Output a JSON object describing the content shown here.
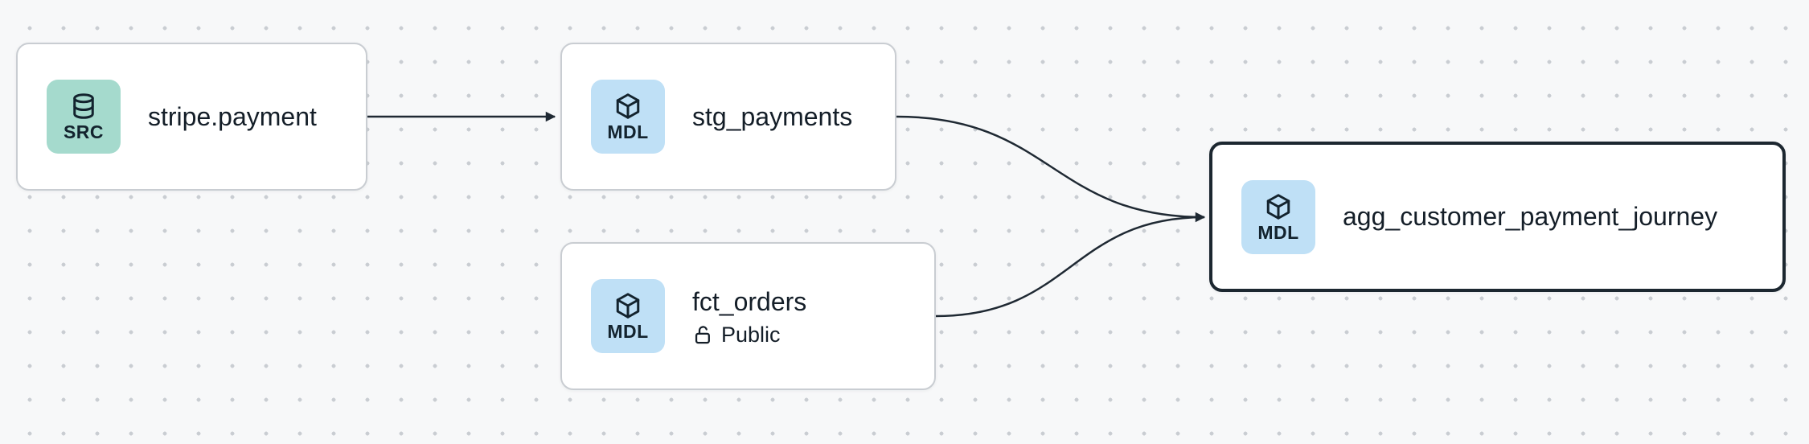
{
  "graph": {
    "nodes": {
      "stripe_payment": {
        "label": "stripe.payment",
        "badge": "SRC",
        "icon": "database-icon",
        "type": "source",
        "selected": false
      },
      "stg_payments": {
        "label": "stg_payments",
        "badge": "MDL",
        "icon": "cube-icon",
        "type": "model",
        "selected": false
      },
      "fct_orders": {
        "label": "fct_orders",
        "badge": "MDL",
        "icon": "cube-icon",
        "type": "model",
        "access": "Public",
        "access_icon": "unlock-icon",
        "selected": false
      },
      "agg_customer_payment_journey": {
        "label": "agg_customer_payment_journey",
        "badge": "MDL",
        "icon": "cube-icon",
        "type": "model",
        "selected": true
      }
    },
    "edges": [
      {
        "from": "stripe_payment",
        "to": "stg_payments"
      },
      {
        "from": "stg_payments",
        "to": "agg_customer_payment_journey"
      },
      {
        "from": "fct_orders",
        "to": "agg_customer_payment_journey"
      }
    ]
  },
  "colors": {
    "canvas_bg": "#f7f8f9",
    "dot": "#c9cdd2",
    "node_bg": "#ffffff",
    "node_border": "#c9cdd2",
    "selected_border": "#1c2730",
    "source_badge_bg": "#a5dacd",
    "model_badge_bg": "#bfe0f6",
    "edge": "#1f2933",
    "text": "#141e28"
  }
}
